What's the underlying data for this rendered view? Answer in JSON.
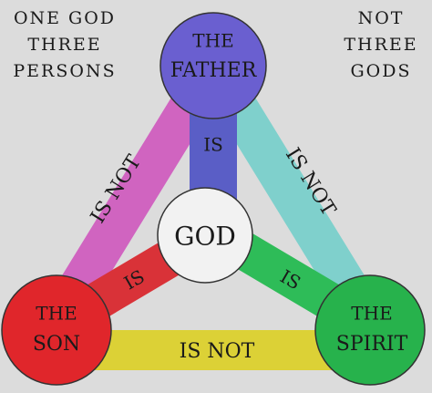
{
  "corner_left": {
    "lines": [
      "ONE GOD",
      "THREE",
      "PERSONS"
    ]
  },
  "corner_right": {
    "lines": [
      "NOT",
      "THREE",
      "GODS"
    ]
  },
  "nodes": {
    "father": {
      "line1": "THE",
      "line2": "FATHER",
      "color": "#6a5fd0"
    },
    "son": {
      "line1": "THE",
      "line2": "SON",
      "color": "#e0262b"
    },
    "spirit": {
      "line1": "THE",
      "line2": "SPIRIT",
      "color": "#27b24c"
    },
    "god": {
      "label": "GOD",
      "color": "#f2f2f2"
    }
  },
  "bars": {
    "father_son": {
      "label": "IS NOT",
      "color": "#d064c0"
    },
    "father_spirit": {
      "label": "IS NOT",
      "color": "#7fd0cc"
    },
    "son_spirit": {
      "label": "IS NOT",
      "color": "#dcd136"
    },
    "father_god": {
      "label": "IS",
      "color": "#5a5ec6"
    },
    "son_god": {
      "label": "IS",
      "color": "#d93238"
    },
    "spirit_god": {
      "label": "IS",
      "color": "#2ebc58"
    }
  }
}
